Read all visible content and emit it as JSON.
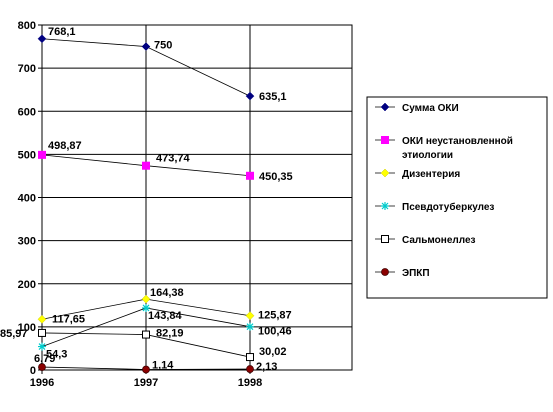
{
  "chart_data": {
    "type": "line",
    "x": [
      "1996",
      "1997",
      "1998"
    ],
    "ylim": [
      0,
      800
    ],
    "yticks": [
      "0",
      "100",
      "200",
      "300",
      "400",
      "500",
      "600",
      "700",
      "800"
    ],
    "grid": true,
    "legend_position": "right",
    "series": [
      {
        "name": "Сумма ОКИ",
        "values": [
          768.1,
          750,
          635.1
        ],
        "labels": [
          "768,1",
          "750",
          "635,1"
        ],
        "color": "#000080",
        "marker": "diamond"
      },
      {
        "name": "ОКИ неустановленной этиологии",
        "name_lines": [
          "ОКИ неустановленной",
          "этиологии"
        ],
        "values": [
          498.87,
          473.74,
          450.35
        ],
        "labels": [
          "498,87",
          "473,74",
          "450,35"
        ],
        "color": "#ff00ff",
        "marker": "square"
      },
      {
        "name": "Дизентерия",
        "values": [
          117.65,
          164.38,
          125.87
        ],
        "labels": [
          "117,65",
          "164,38",
          "125,87"
        ],
        "color": "#ffff00",
        "marker": "diamond"
      },
      {
        "name": "Псевдотуберкулез",
        "values": [
          54.3,
          143.84,
          100.46
        ],
        "labels": [
          "54,3",
          "143,84",
          "100,46"
        ],
        "color": "#00cccc",
        "marker": "star"
      },
      {
        "name": "Сальмонеллез",
        "values": [
          85.97,
          82.19,
          30.02
        ],
        "labels": [
          "85,97",
          "82,19",
          "30,02"
        ],
        "color": "#ffffff",
        "marker": "square-open"
      },
      {
        "name": "ЭПКП",
        "values": [
          6.79,
          1.14,
          2.13
        ],
        "labels": [
          "6,79",
          "1,14",
          "2,13"
        ],
        "color": "#8b0000",
        "marker": "circle"
      }
    ]
  }
}
